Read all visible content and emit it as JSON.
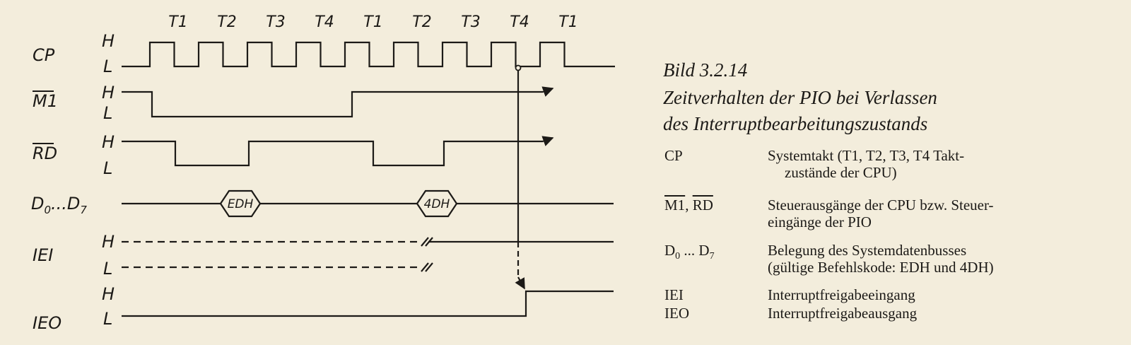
{
  "timing_diagram": {
    "states": [
      "T1",
      "T2",
      "T3",
      "T4",
      "T1",
      "T2",
      "T3",
      "T4",
      "T1"
    ],
    "level_high": "H",
    "level_low": "L",
    "signals": {
      "cp": "CP",
      "m1": "M1",
      "rd": "RD",
      "d0": "D",
      "d0_sub": "0",
      "d_ellipsis": "...",
      "d7": "D",
      "d7_sub": "7",
      "iei": "IEI",
      "ieo": "IEO"
    },
    "bus_values": [
      "EDH",
      "4DH"
    ]
  },
  "caption": {
    "figure_number": "Bild 3.2.14",
    "title_line1": "Zeitverhalten der PIO bei Verlassen",
    "title_line2": "des Interruptbearbeitungszustands"
  },
  "legend": {
    "cp_key": "CP",
    "cp_desc1": "Systemtakt (T1, T2, T3, T4 Takt-",
    "cp_desc2": "zustände der CPU)",
    "m1rd_key_a": "M1",
    "m1rd_key_sep": ", ",
    "m1rd_key_b": "RD",
    "m1rd_desc1": "Steuerausgänge der CPU bzw. Steuer-",
    "m1rd_desc2": "eingänge der PIO",
    "d_key_a": "D",
    "d_key_sub_a": "0",
    "d_key_mid": " ... D",
    "d_key_sub_b": "7",
    "d_desc1": "Belegung des Systemdatenbusses",
    "d_desc2": "(gültige Befehlskode: EDH und 4DH)",
    "iei_key": "IEI",
    "iei_desc": "Interruptfreigabeeingang",
    "ieo_key": "IEO",
    "ieo_desc": "Interruptfreigabeausgang"
  }
}
